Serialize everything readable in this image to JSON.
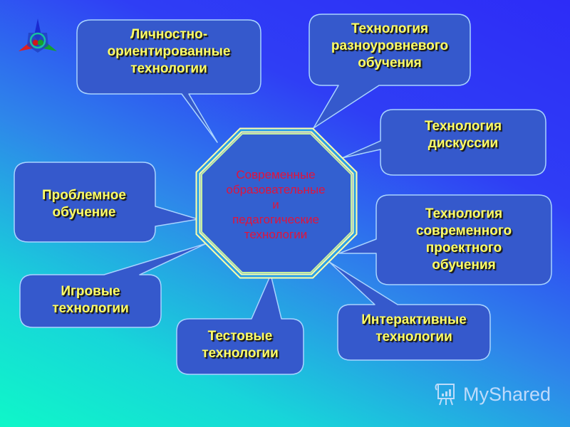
{
  "slide": {
    "center": {
      "lines": [
        "Современные",
        "образовательные",
        "и",
        "педагогические",
        "технологии"
      ],
      "text": "Современные образовательные и педагогические технологии",
      "color": "#e0143c"
    },
    "callouts": [
      {
        "id": "personal",
        "text": "Личностно-\nориентированные\nтехнологии"
      },
      {
        "id": "multilevel",
        "text": "Технология\nразноуровневого\nобучения"
      },
      {
        "id": "discussion",
        "text": "Технология\nдискуссии"
      },
      {
        "id": "problem",
        "text": "Проблемное\nобучение"
      },
      {
        "id": "project",
        "text": "Технология\nсовременного\nпроектного\nобучения"
      },
      {
        "id": "game",
        "text": "Игровые\nтехнологии"
      },
      {
        "id": "test",
        "text": "Тестовые\nтехнологии"
      },
      {
        "id": "interactive",
        "text": "Интерактивные\nтехнологии"
      }
    ],
    "colors": {
      "box_fill": "#3559cc",
      "box_stroke": "#a9d4ff",
      "label_text": "#ffff66",
      "octagon_fill": "#3360d0",
      "octagon_border_1": "#c8f0a0",
      "octagon_border_2": "#ffffaa"
    }
  },
  "logo": {
    "icon": "compass-star-icon"
  },
  "watermark": {
    "icon": "presentation-chart-icon",
    "text": "MyShared"
  }
}
